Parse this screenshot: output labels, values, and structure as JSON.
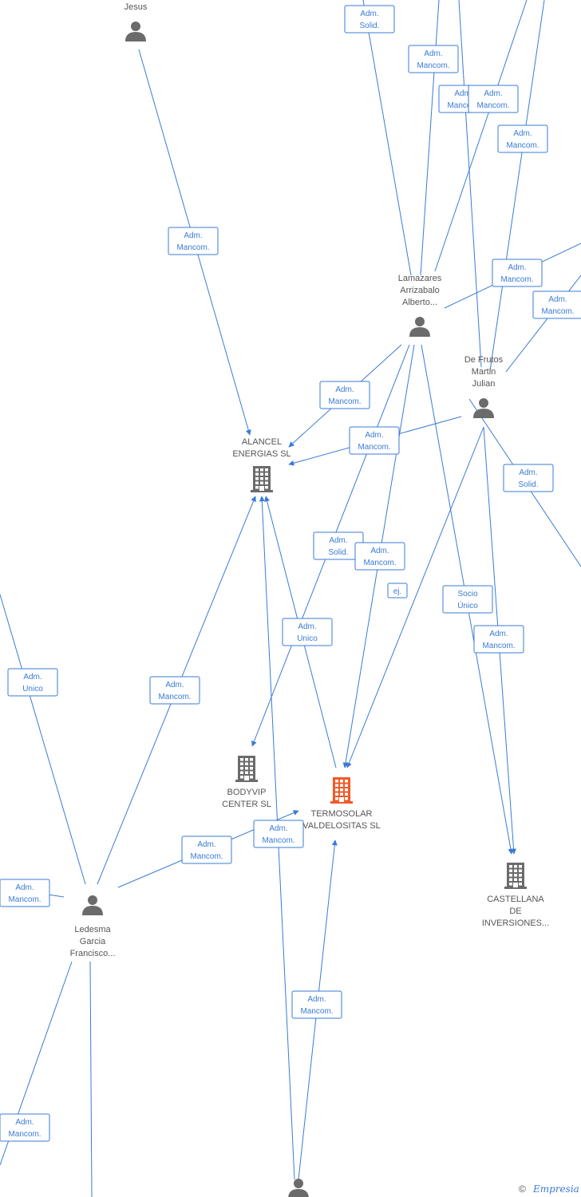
{
  "colors": {
    "edge": "#3a7bd5",
    "node": "#6b6b6b",
    "company_highlight": "#f05a28",
    "label_border": "#3a7bd5"
  },
  "nodes": [
    {
      "id": "jesus",
      "type": "person",
      "label_lines": [
        "Jesus"
      ]
    },
    {
      "id": "lamazares",
      "type": "person",
      "label_lines": [
        "Lamazares",
        "Arrizabalo",
        "Alberto..."
      ]
    },
    {
      "id": "defrutos",
      "type": "person",
      "label_lines": [
        "De Frutos",
        "Martin",
        "Julian"
      ]
    },
    {
      "id": "alancel",
      "type": "company",
      "label_lines": [
        "ALANCEL",
        "ENERGIAS SL"
      ]
    },
    {
      "id": "bodyvip",
      "type": "company",
      "label_lines": [
        "BODYVIP",
        "CENTER SL"
      ]
    },
    {
      "id": "termosolar",
      "type": "company_highlight",
      "label_lines": [
        "TERMOSOLAR",
        "VALDELOSITAS SL"
      ]
    },
    {
      "id": "castellana",
      "type": "company",
      "label_lines": [
        "CASTELLANA",
        "DE",
        "INVERSIONES..."
      ]
    },
    {
      "id": "ledesma",
      "type": "person",
      "label_lines": [
        "Ledesma",
        "Garcia",
        "Francisco..."
      ]
    },
    {
      "id": "bottom_person",
      "type": "person",
      "label_lines": []
    }
  ],
  "edge_labels": [
    {
      "lines": [
        "Adm.",
        "Solid."
      ]
    },
    {
      "lines": [
        "Adm.",
        "Mancom."
      ]
    },
    {
      "lines": [
        "Adm.",
        "Mancom."
      ]
    },
    {
      "lines": [
        "Adm.",
        "Mancom."
      ]
    },
    {
      "lines": [
        "Adm.",
        "Mancom."
      ]
    },
    {
      "lines": [
        "Adm.",
        "Mancom."
      ]
    },
    {
      "lines": [
        "Adm.",
        "Mancom."
      ]
    },
    {
      "lines": [
        "Adm.",
        "Mancom."
      ]
    },
    {
      "lines": [
        "Adm.",
        "Mancom."
      ]
    },
    {
      "lines": [
        "Adm.",
        "Mancom."
      ]
    },
    {
      "lines": [
        "Adm.",
        "Solid."
      ]
    },
    {
      "lines": [
        "Adm.",
        "Solid."
      ]
    },
    {
      "lines": [
        "Adm.",
        "Mancom."
      ]
    },
    {
      "lines": [
        "Socio",
        "Único"
      ]
    },
    {
      "lines": [
        "Adm.",
        "Mancom."
      ]
    },
    {
      "lines": [
        "Adm.",
        "Mancom."
      ]
    },
    {
      "lines": [
        "Adm.",
        "Mancom."
      ]
    },
    {
      "lines": [
        "Adm.",
        "Unico"
      ]
    },
    {
      "lines": [
        "Adm.",
        "Mancom."
      ]
    },
    {
      "lines": [
        "Adm.",
        "Mancom."
      ]
    },
    {
      "lines": [
        "Adm.",
        "Mancom."
      ]
    },
    {
      "lines": [
        "Adm.",
        "Mancom."
      ]
    },
    {
      "lines": [
        "Adm.",
        "Unico"
      ]
    },
    {
      "lines": [
        "ej."
      ]
    }
  ],
  "footer": {
    "copyright": "©",
    "brand": "Empresia"
  }
}
